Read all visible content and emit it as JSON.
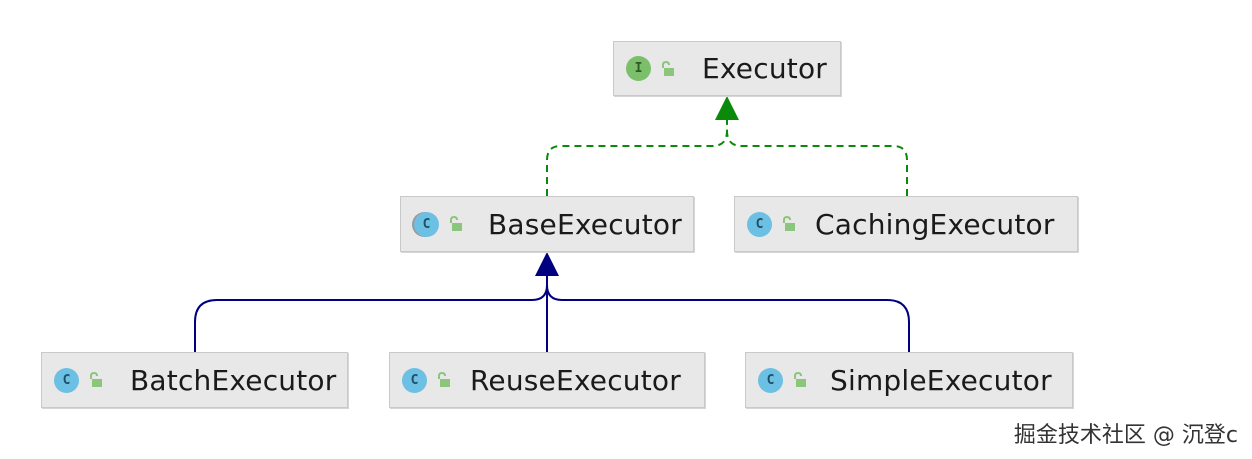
{
  "diagram": {
    "nodes": [
      {
        "id": "executor",
        "label": "Executor",
        "badge": "I",
        "kind": "interface"
      },
      {
        "id": "base",
        "label": "BaseExecutor",
        "badge": "C",
        "kind": "abstract"
      },
      {
        "id": "caching",
        "label": "CachingExecutor",
        "badge": "C",
        "kind": "class"
      },
      {
        "id": "batch",
        "label": "BatchExecutor",
        "badge": "C",
        "kind": "class"
      },
      {
        "id": "reuse",
        "label": "ReuseExecutor",
        "badge": "C",
        "kind": "class"
      },
      {
        "id": "simple",
        "label": "SimpleExecutor",
        "badge": "C",
        "kind": "class"
      }
    ],
    "edges": [
      {
        "from": "base",
        "to": "executor",
        "type": "implements"
      },
      {
        "from": "caching",
        "to": "executor",
        "type": "implements"
      },
      {
        "from": "batch",
        "to": "base",
        "type": "extends"
      },
      {
        "from": "reuse",
        "to": "base",
        "type": "extends"
      },
      {
        "from": "simple",
        "to": "base",
        "type": "extends"
      }
    ],
    "colors": {
      "implements": "#0a8a0a",
      "extends": "#000080",
      "node_bg": "#e8e8e8",
      "lock": "#8bc67c"
    },
    "icons": {
      "visibility": "unlock-icon"
    }
  },
  "watermark": "掘金技术社区 @ 沉登c"
}
